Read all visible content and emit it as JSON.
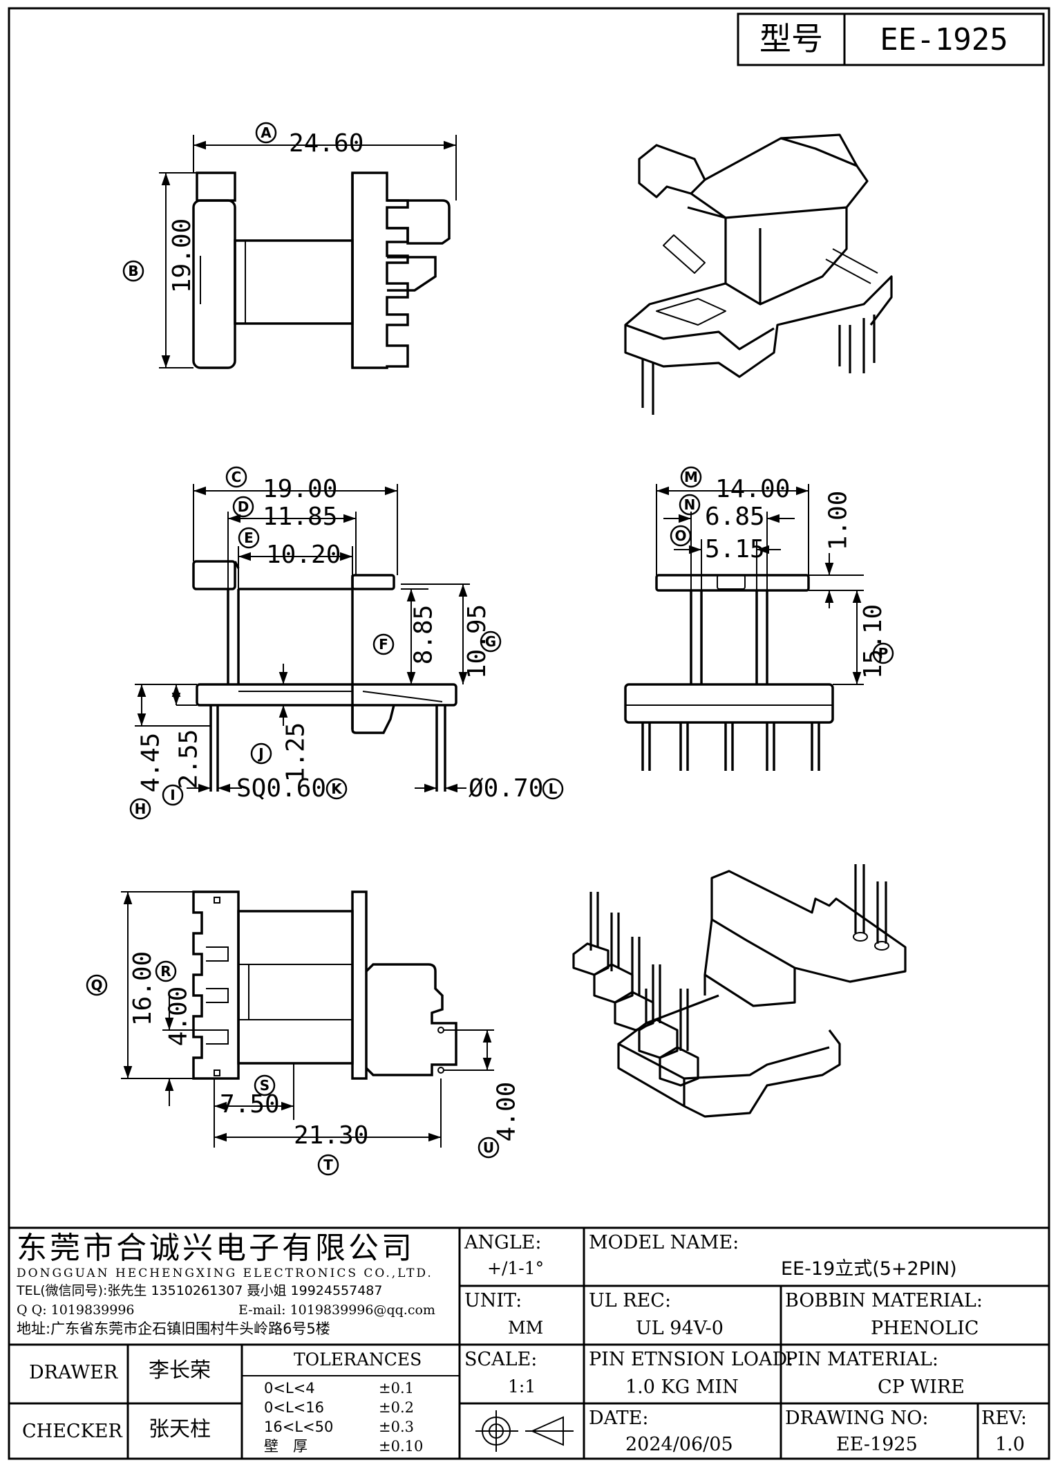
{
  "header": {
    "model_label": "型号",
    "model_value": "EE-1925"
  },
  "dimensions": {
    "A": "24.60",
    "B": "19.00",
    "C": "19.00",
    "D": "11.85",
    "E": "10.20",
    "F": "8.85",
    "G": "10.95",
    "H": "4.45",
    "I": "2.55",
    "J": "1.25",
    "K": "SQ0.60",
    "L": "Ø0.70",
    "M": "14.00",
    "N": "6.85",
    "O": "5.15",
    "top_gap": "1.00",
    "P": "15.10",
    "Q": "16.00",
    "R": "4.00",
    "S": "7.50",
    "T": "21.30",
    "U": "4.00"
  },
  "markers": [
    "A",
    "B",
    "C",
    "D",
    "E",
    "F",
    "G",
    "H",
    "I",
    "J",
    "K",
    "L",
    "M",
    "N",
    "O",
    "P",
    "Q",
    "R",
    "S",
    "T",
    "U"
  ],
  "title_block": {
    "company_cn": "东莞市合诚兴电子有限公司",
    "company_en": "DONGGUAN HECHENGXING ELECTRONICS CO.,LTD.",
    "tel": "TEL(微信同号):张先生 13510261307 聂小姐 19924557487",
    "qq": "Q Q: 1019839996",
    "email": "E-mail: 1019839996@qq.com",
    "address": "地址:广东省东莞市企石镇旧围村牛头岭路6号5楼",
    "angle_label": "ANGLE:",
    "angle_value": "+/1-1°",
    "unit_label": "UNIT:",
    "unit_value": "MM",
    "scale_label": "SCALE:",
    "scale_value": "1:1",
    "model_name_label": "MODEL NAME:",
    "model_name_value": "EE-19立式(5+2PIN)",
    "ul_label": "UL REC:",
    "ul_value": "UL 94V-0",
    "bobbin_label": "BOBBIN MATERIAL:",
    "bobbin_value": "PHENOLIC",
    "pin_tension_label": "PIN ETNSION LOAD:",
    "pin_tension_value": "1.0 KG MIN",
    "pin_material_label": "PIN MATERIAL:",
    "pin_material_value": "CP WIRE",
    "date_label": "DATE:",
    "date_value": "2024/06/05",
    "drawing_no_label": "DRAWING NO:",
    "drawing_no_value": "EE-1925",
    "rev_label": "REV:",
    "rev_value": "1.0",
    "drawer_label": "DRAWER",
    "drawer_value": "李长荣",
    "checker_label": "CHECKER",
    "checker_value": "张天柱",
    "tolerances_title": "TOLERANCES",
    "tolerances": [
      {
        "range": "0<L<4",
        "value": "±0.1"
      },
      {
        "range": "0<L<16",
        "value": "±0.2"
      },
      {
        "range": "16<L<50",
        "value": "±0.3"
      },
      {
        "range": "壁　厚",
        "value": "±0.10"
      }
    ]
  }
}
